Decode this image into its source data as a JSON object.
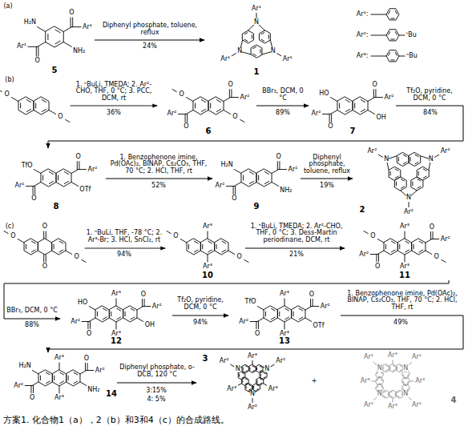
{
  "diagram": {
    "caption": "方案1. 化合物1（a），2（b）和3和4（c）的合成路线。",
    "nodes": [
      {
        "text": [
          "5"
        ]
      },
      {
        "text": [
          "1"
        ]
      },
      {
        "text": [
          "6"
        ]
      },
      {
        "text": [
          "7"
        ]
      },
      {
        "text": [
          "8"
        ]
      },
      {
        "text": [
          "9"
        ]
      },
      {
        "text": [
          "2"
        ]
      },
      {
        "text": [
          "10"
        ]
      },
      {
        "text": [
          "11"
        ]
      },
      {
        "text": [
          "12"
        ]
      },
      {
        "text": [
          "13"
        ]
      },
      {
        "text": [
          "14"
        ]
      },
      {
        "text": [
          "3"
        ]
      },
      {
        "text": [
          "4"
        ]
      }
    ],
    "edges": [
      {
        "from": 0,
        "to": 1,
        "arrow": "to",
        "label": "Diphenyl phosphate, toluene, reflux"
      },
      {
        "from": 2,
        "to": 3,
        "arrow": "to",
        "label": "BBr₃, DCM, 0 °C"
      },
      {
        "from": 3,
        "to": 4,
        "arrow": "to",
        "label": "Tf₂O, pyridine, DCM, 0 °C"
      },
      {
        "from": 4,
        "to": 5,
        "arrow": "to",
        "label": "1. Benzophenone imine, Pd(OAc)₂, BINAP, Cs₂CO₃, THF, 70 °C; 2. HCl, THF, rt"
      },
      {
        "from": 5,
        "to": 6,
        "arrow": "to",
        "label": "Diphenyl phosphate, toluene, reflux"
      },
      {
        "from": 7,
        "to": 8,
        "arrow": "to",
        "label": "1. ⁿBuLi, TMEDA; 2. Ar²-CHO, THF, 0 °C; 3. Dess-Martin periodinane, DCM, rt"
      },
      {
        "from": 8,
        "to": 9,
        "arrow": "to",
        "label": "BBr₃, DCM, 0 °C"
      },
      {
        "from": 9,
        "to": 10,
        "arrow": "to",
        "label": "Tf₂O, pyridine, DCM, 0 °C"
      },
      {
        "from": 10,
        "to": 11,
        "arrow": "to",
        "label": "1. Benzophenone imine, Pd(OAc)₂, BINAP, Cs₂CO₃, THF, 70 °C; 2. HCl, THF, rt"
      },
      {
        "from": 11,
        "to": 12,
        "arrow": "to",
        "label": "Diphenyl phosphate, o-DCB, 120 °C"
      }
    ],
    "labels": [
      "(a)",
      "H₂N",
      "O",
      "Ar¹",
      "O",
      "Ar¹",
      "NH₂",
      "24%",
      "N",
      "N",
      "N",
      "Ar¹",
      "Ar¹",
      "Ar¹",
      "Ar¹:",
      "Ar²:",
      "ᵗBu",
      "Ar³:",
      "ⁿBu",
      "(b)",
      "O",
      "O",
      "1. ⁿBuLi, TMEDA; 2. Ar²-CHO, THF, 0 °C; 3. PCC, DCM, rt",
      "36%",
      "O",
      "O",
      "Ar²",
      "O",
      "Ar²",
      "O",
      "89%",
      "HO",
      "O",
      "Ar²",
      "O",
      "Ar²",
      "OH",
      "84%",
      "TfO",
      "O",
      "Ar²",
      "O",
      "Ar²",
      "OTf",
      "52%",
      "H₂N",
      "O",
      "Ar²",
      "O",
      "Ar²",
      "NH₂",
      "19%",
      "N",
      "N",
      "N",
      "Ar²",
      "Ar²",
      "Ar²",
      "(c)",
      "O",
      "O",
      "O",
      "O",
      "1. ⁿBuLi, THF, -78 °C; 2. Ar³-Br; 3. HCl, SnCl₂, rt",
      "94%",
      "Ar³",
      "O",
      "O",
      "Ar³",
      "21%",
      "Ar³",
      "O",
      "O",
      "Ar²",
      "O",
      "Ar²",
      "O",
      "Ar³",
      "88%",
      "Ar³",
      "HO",
      "O",
      "Ar²",
      "O",
      "Ar²",
      "OH",
      "Ar³",
      "94%",
      "Ar³",
      "TfO",
      "O",
      "Ar²",
      "O",
      "Ar²",
      "OTf",
      "Ar³",
      "49%",
      "Ar³",
      "H₂N",
      "O",
      "Ar²",
      "O",
      "Ar²",
      "NH₂",
      "Ar³",
      "3:15%",
      "4: 5%",
      "N",
      "N",
      "N",
      "Ar²",
      "Ar²",
      "Ar²",
      "Ar³",
      "Ar³",
      "Ar³",
      "+",
      "N",
      "N",
      "N",
      "N",
      "Ar²",
      "Ar²",
      "Ar²",
      "Ar²",
      "Ar³",
      "Ar³",
      "Ar³",
      "Ar³"
    ]
  }
}
